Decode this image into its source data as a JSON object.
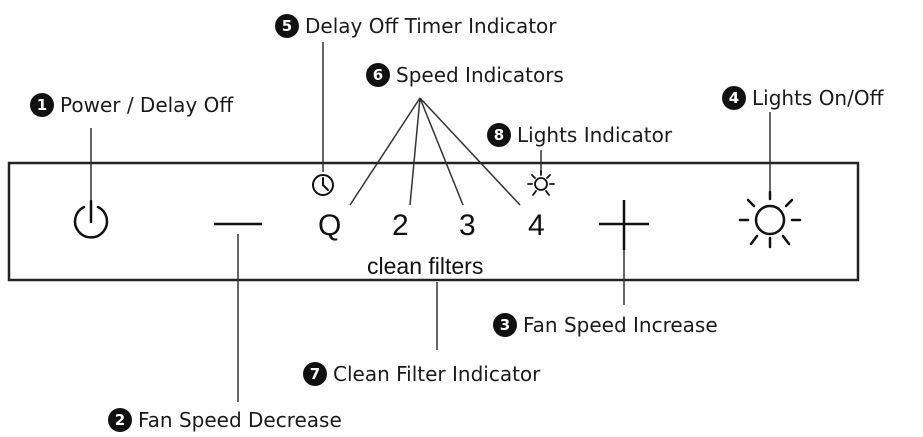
{
  "callouts": [
    {
      "number": "1",
      "label": "Power / Delay Off"
    },
    {
      "number": "2",
      "label": "Fan Speed Decrease"
    },
    {
      "number": "3",
      "label": "Fan Speed Increase"
    },
    {
      "number": "4",
      "label": "Lights On/Off"
    },
    {
      "number": "5",
      "label": "Delay Off Timer Indicator"
    },
    {
      "number": "6",
      "label": "Speed Indicators"
    },
    {
      "number": "7",
      "label": "Clean Filter Indicator"
    },
    {
      "number": "8",
      "label": "Lights Indicator"
    }
  ],
  "panel": {
    "speeds": [
      "Q",
      "2",
      "3",
      "4"
    ],
    "clean_filters": "clean filters"
  },
  "icons": [
    "power-icon",
    "minus-icon",
    "plus-icon",
    "light-bulb-icon",
    "timer-icon",
    "light-indicator-icon"
  ]
}
